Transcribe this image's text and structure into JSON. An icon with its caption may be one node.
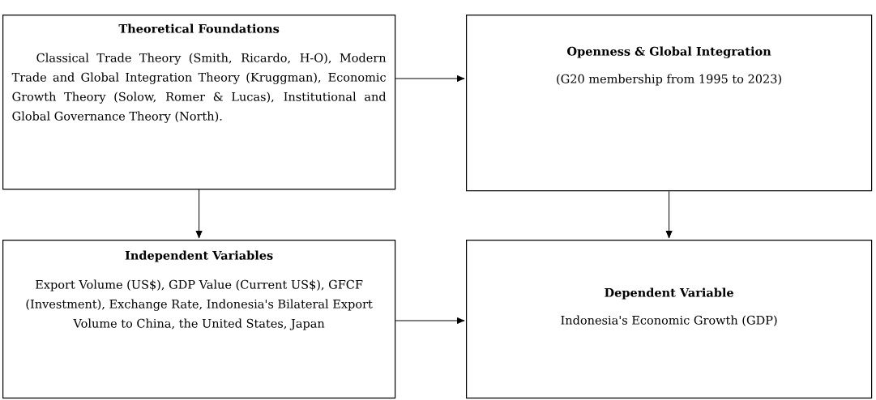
{
  "diagram": {
    "nodes": [
      {
        "text": [
          "Theoretical Foundations",
          "Classical Trade Theory (Smith, Ricardo, H-O), Modern Trade and Global Integration Theory (Kruggman), Economic Growth Theory (Solow, Romer & Lucas), Institutional and Global Governance Theory (North)."
        ]
      },
      {
        "text": [
          "Openness & Global Integration",
          "(G20 membership from 1995 to 2023)"
        ]
      },
      {
        "text": [
          "Independent Variables",
          "Export Volume (US$), GDP Value (Current US$), GFCF (Investment), Exchange Rate, Indonesia's Bilateral Export Volume to China, the United States, Japan"
        ]
      },
      {
        "text": [
          "Dependent Variable",
          "Indonesia's Economic Growth (GDP)"
        ]
      }
    ],
    "edges": [
      {
        "from": 0,
        "to": 1,
        "arrow": "to"
      },
      {
        "from": 0,
        "to": 2,
        "arrow": "to"
      },
      {
        "from": 1,
        "to": 3,
        "arrow": "to"
      },
      {
        "from": 2,
        "to": 3,
        "arrow": "to"
      }
    ]
  }
}
